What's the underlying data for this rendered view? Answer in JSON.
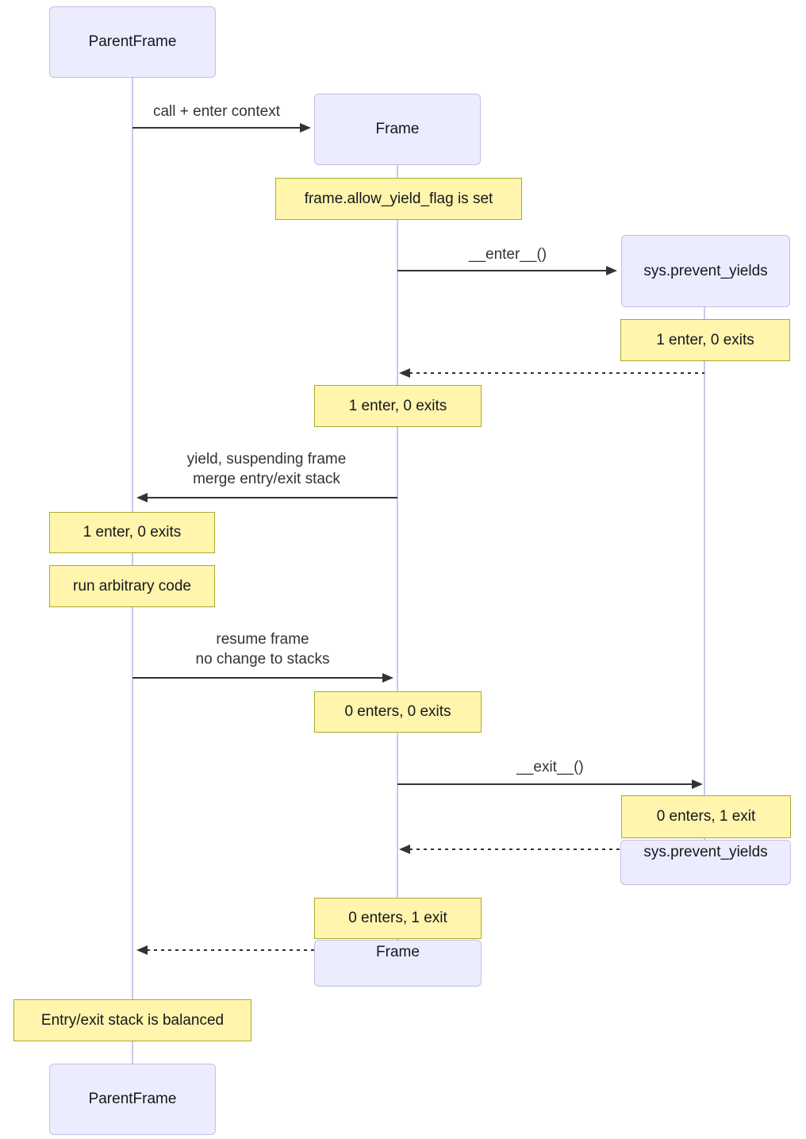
{
  "diagram": {
    "title": "sequence diagram: frame yield entry/exit stack balancing",
    "actors": {
      "parent_top": "ParentFrame",
      "frame_top": "Frame",
      "sys_top": "sys.prevent_yields",
      "sys_bottom": "sys.prevent_yields",
      "frame_bottom": "Frame",
      "parent_bottom": "ParentFrame"
    },
    "notes": {
      "allow_yield": "frame.allow_yield_flag is set",
      "right1": "1 enter, 0 exits",
      "center1": "1 enter, 0 exits",
      "left1": "1 enter, 0 exits",
      "run_code": "run arbitrary code",
      "center2": "0 enters, 0 exits",
      "right2": "0 enters, 1 exit",
      "center3": "0 enters, 1 exit",
      "balanced": "Entry/exit stack is balanced"
    },
    "messages": {
      "call": "call + enter context",
      "enter": "__enter__()",
      "yield_line1": "yield, suspending frame",
      "yield_line2": "merge entry/exit stack",
      "resume_line1": "resume frame",
      "resume_line2": "no change to stacks",
      "exit": "__exit__()"
    },
    "colors": {
      "actor_fill": "#ECECFF",
      "actor_border": "#C3BEE8",
      "note_fill": "#FFF5AD",
      "note_border": "#AAAA33",
      "lifeline": "#CFC6EA",
      "arrow": "#333333"
    }
  }
}
